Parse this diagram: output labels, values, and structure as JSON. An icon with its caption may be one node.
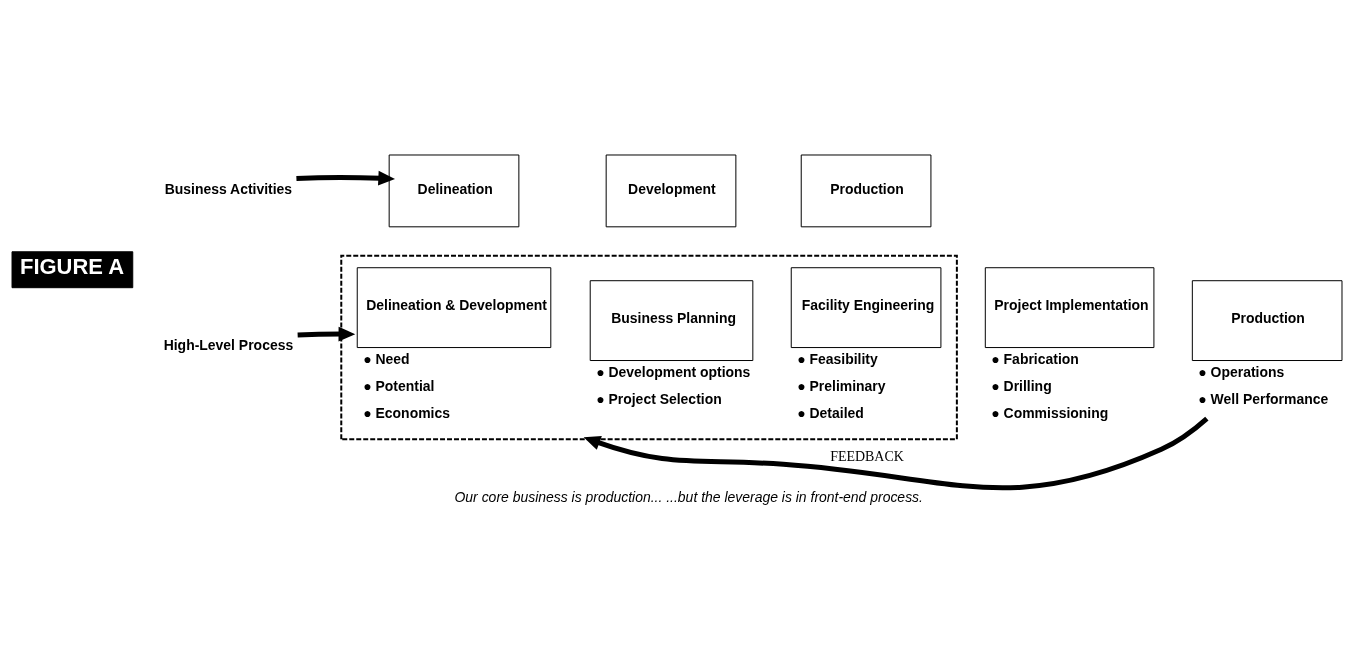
{
  "diagram": {
    "title": "FIGURE A",
    "caption": "Our core business is production... ...but the leverage is in front-end process.",
    "nodes": [
      {
        "text": [
          "Business Activities"
        ]
      },
      {
        "text": [
          "Delineation"
        ]
      },
      {
        "text": [
          "Development"
        ]
      },
      {
        "text": [
          "Production"
        ]
      },
      {
        "text": [
          "High-Level Process"
        ]
      },
      {
        "text": [],
        "shape": "box"
      },
      {
        "text": [
          "Delineation & Development"
        ],
        "in": 5,
        "beside": [
          "● Need",
          "● Potential",
          "● Economics"
        ]
      },
      {
        "text": [
          "Business Planning"
        ],
        "in": 5,
        "beside": [
          "● Development options",
          "● Project Selection"
        ]
      },
      {
        "text": [
          "Facility Engineering"
        ],
        "in": 5,
        "beside": [
          "● Feasibility",
          "● Preliminary",
          "● Detailed"
        ]
      },
      {
        "text": [
          "Project Implementation"
        ],
        "beside": [
          "● Fabrication",
          "● Drilling",
          "● Commissioning"
        ]
      },
      {
        "text": [
          "Production"
        ],
        "beside": [
          "● Operations",
          "● Well Performance"
        ]
      }
    ],
    "edges": [
      {
        "from": 0,
        "to": 1,
        "arrow": "to"
      },
      {
        "from": 4,
        "to": 6,
        "arrow": "to"
      },
      {
        "from": 10,
        "to": 5,
        "arrow": "to",
        "label": "FEEDBACK"
      }
    ]
  }
}
